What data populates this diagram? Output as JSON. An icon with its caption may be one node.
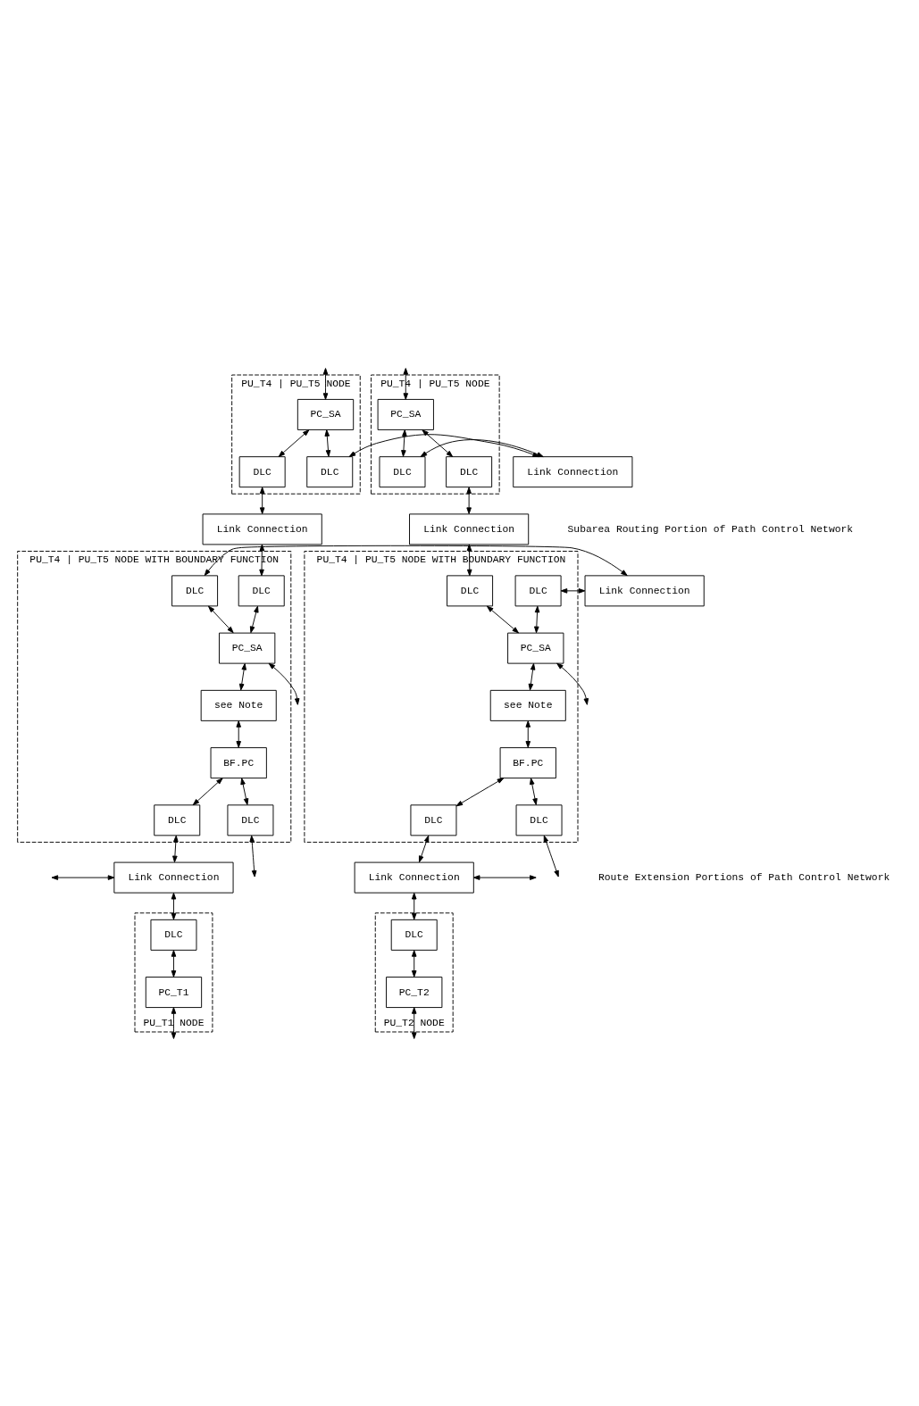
{
  "diagram": {
    "nodes": [
      {
        "text": [
          "PU_T4 | PU_T5 NODE"
        ]
      },
      {
        "text": [
          "PC_SA"
        ],
        "in": 0
      },
      {
        "text": [
          "DLC"
        ],
        "in": 0
      },
      {
        "text": [
          "DLC"
        ],
        "in": 0
      },
      {
        "text": [
          "PU_T4 | PU_T5 NODE"
        ]
      },
      {
        "text": [
          "PC_SA"
        ],
        "in": 4
      },
      {
        "text": [
          "DLC"
        ],
        "in": 4
      },
      {
        "text": [
          "DLC"
        ],
        "in": 4
      },
      {
        "text": [
          "Link Connection"
        ]
      },
      {
        "text": [
          "Link Connection"
        ]
      },
      {
        "text": [
          "Link Connection"
        ]
      },
      {
        "text": [
          "PU_T4 | PU_T5 NODE WITH BOUNDARY FUNCTION"
        ]
      },
      {
        "text": [
          "DLC"
        ],
        "in": 11
      },
      {
        "text": [
          "DLC"
        ],
        "in": 11
      },
      {
        "text": [
          "PC_SA"
        ],
        "in": 11
      },
      {
        "text": [
          "see Note"
        ],
        "in": 11
      },
      {
        "text": [
          "BF.PC"
        ],
        "in": 11
      },
      {
        "text": [
          "DLC"
        ],
        "in": 11
      },
      {
        "text": [
          "DLC"
        ],
        "in": 11
      },
      {
        "text": [
          "PU_T4 | PU_T5 NODE WITH BOUNDARY FUNCTION"
        ]
      },
      {
        "text": [
          "DLC"
        ],
        "in": 19
      },
      {
        "text": [
          "DLC"
        ],
        "in": 19
      },
      {
        "text": [
          "PC_SA"
        ],
        "in": 19
      },
      {
        "text": [
          "see Note"
        ],
        "in": 19
      },
      {
        "text": [
          "BF.PC"
        ],
        "in": 19
      },
      {
        "text": [
          "DLC"
        ],
        "in": 19
      },
      {
        "text": [
          "DLC"
        ],
        "in": 19
      },
      {
        "text": [
          "Link Connection"
        ]
      },
      {
        "text": [
          "Link Connection"
        ]
      },
      {
        "text": [
          "Link Connection"
        ]
      },
      {
        "text": [
          "PU_T1 NODE"
        ]
      },
      {
        "text": [
          "DLC"
        ],
        "in": 30
      },
      {
        "text": [
          "PC_T1"
        ],
        "in": 30
      },
      {
        "text": [
          "PU_T2 NODE"
        ]
      },
      {
        "text": [
          "DLC"
        ],
        "in": 33
      },
      {
        "text": [
          "PC_T2"
        ],
        "in": 33
      }
    ],
    "edges": [
      {
        "from": 0,
        "to": 1,
        "arrow": "both"
      },
      {
        "from": 1,
        "to": 2,
        "arrow": "both"
      },
      {
        "from": 1,
        "to": 3,
        "arrow": "both"
      },
      {
        "from": 3,
        "to": 8,
        "arrow": "both"
      },
      {
        "from": 8,
        "to": 6,
        "arrow": "both"
      },
      {
        "from": 4,
        "to": 5,
        "arrow": "both"
      },
      {
        "from": 5,
        "to": 6,
        "arrow": "both"
      },
      {
        "from": 5,
        "to": 7,
        "arrow": "both"
      },
      {
        "from": 2,
        "to": 9,
        "arrow": "both"
      },
      {
        "from": 7,
        "to": 10,
        "arrow": "both"
      },
      {
        "from": 9,
        "to": 12,
        "arrow": "both"
      },
      {
        "from": 10,
        "to": 21,
        "arrow": "both"
      },
      {
        "from": 12,
        "to": 14,
        "arrow": "both"
      },
      {
        "from": 13,
        "to": 14,
        "arrow": "both"
      },
      {
        "from": 13,
        "to": 27,
        "arrow": "both"
      },
      {
        "from": 27,
        "to": 20,
        "arrow": "both"
      },
      {
        "from": 20,
        "to": 22,
        "arrow": "both"
      },
      {
        "from": 21,
        "to": 22,
        "arrow": "both"
      },
      {
        "from": 14,
        "to": 11,
        "arrow": "both"
      },
      {
        "from": 14,
        "to": 15,
        "arrow": "both"
      },
      {
        "from": 15,
        "to": 16,
        "arrow": "both"
      },
      {
        "from": 22,
        "to": 23,
        "arrow": "both"
      },
      {
        "from": 22,
        "to": 19,
        "arrow": "both"
      },
      {
        "from": 23,
        "to": 24,
        "arrow": "both"
      },
      {
        "from": 16,
        "to": 17,
        "arrow": "both"
      },
      {
        "from": 16,
        "to": 18,
        "arrow": "both"
      },
      {
        "from": 17,
        "to": null,
        "arrow": "both"
      },
      {
        "from": 18,
        "to": 28,
        "arrow": "both"
      },
      {
        "from": null,
        "to": 28,
        "arrow": "both"
      },
      {
        "from": 28,
        "to": 31,
        "arrow": "both"
      },
      {
        "from": 31,
        "to": 32,
        "arrow": "both"
      },
      {
        "from": 32,
        "to": 30,
        "arrow": "both"
      },
      {
        "from": 24,
        "to": 25,
        "arrow": "both"
      },
      {
        "from": 24,
        "to": 26,
        "arrow": "both"
      },
      {
        "from": 25,
        "to": 29,
        "arrow": "both"
      },
      {
        "from": 26,
        "to": null,
        "arrow": "both"
      },
      {
        "from": 29,
        "to": null,
        "arrow": "both"
      },
      {
        "from": 29,
        "to": 34,
        "arrow": "both"
      },
      {
        "from": 34,
        "to": 35,
        "arrow": "both"
      },
      {
        "from": 35,
        "to": 33,
        "arrow": "both"
      }
    ],
    "labels": [
      "Subarea Routing Portion of Path Control Network",
      "Route Extension Portions of Path Control Network"
    ]
  }
}
